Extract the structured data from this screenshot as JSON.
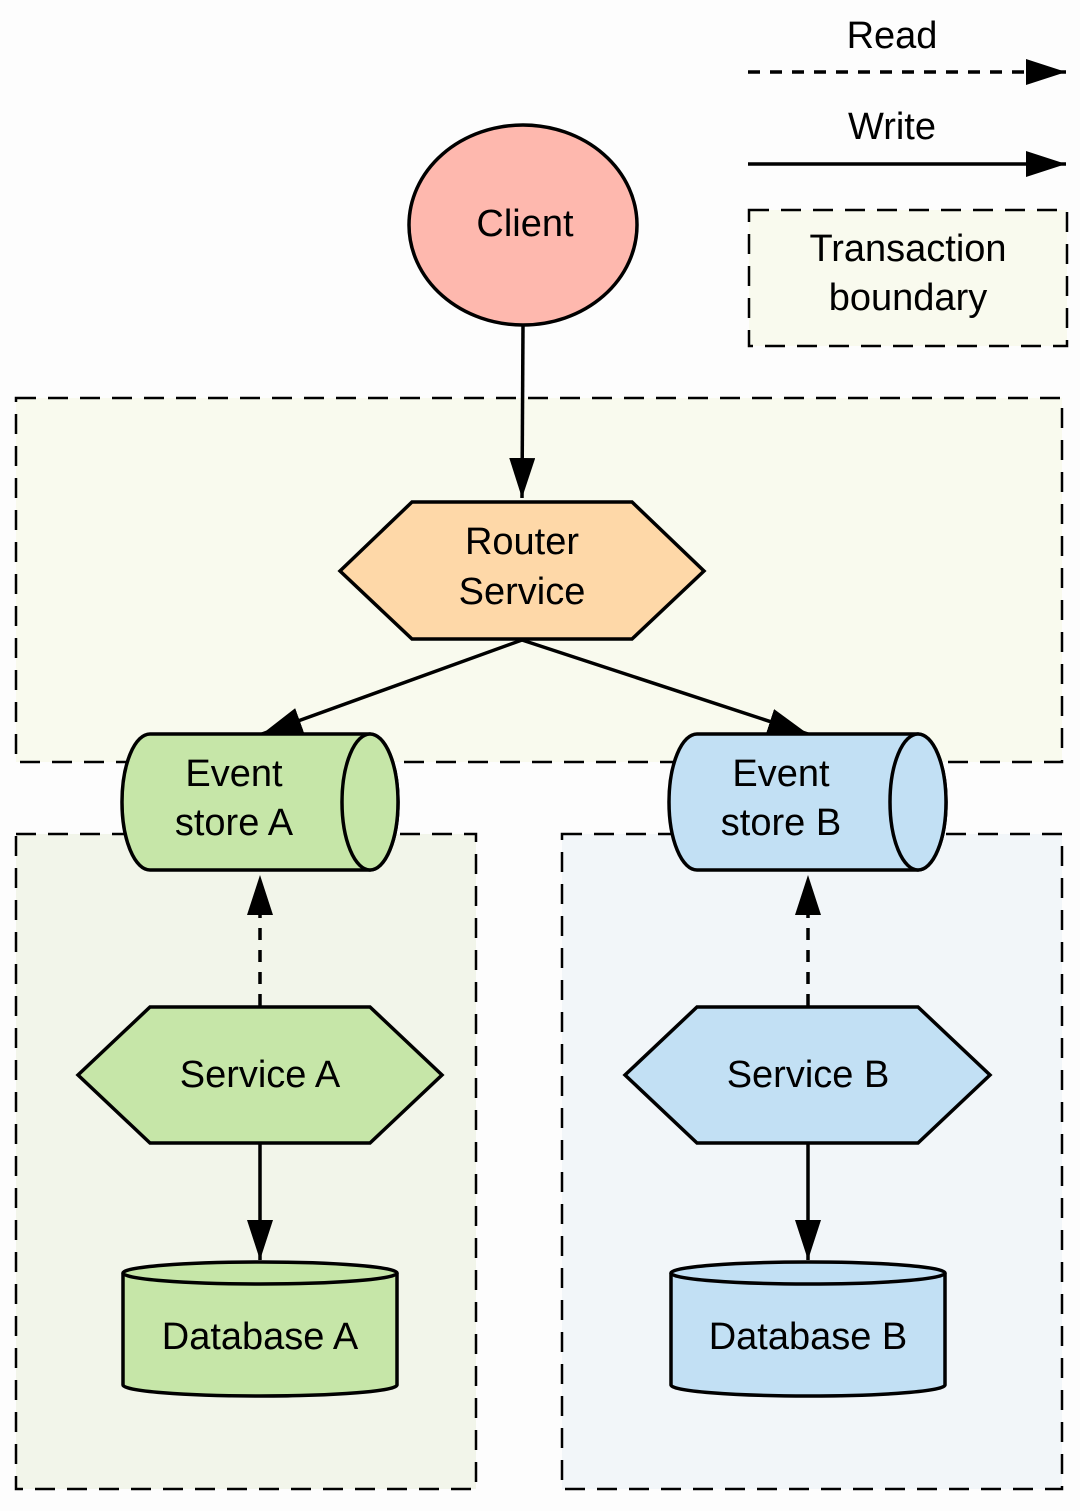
{
  "legend": {
    "read_label": "Read",
    "write_label": "Write",
    "boundary_label_line1": "Transaction",
    "boundary_label_line2": "boundary"
  },
  "nodes": {
    "client": {
      "label": "Client"
    },
    "router": {
      "line1": "Router",
      "line2": "Service"
    },
    "event_store_a": {
      "line1": "Event",
      "line2": "store A"
    },
    "event_store_b": {
      "line1": "Event",
      "line2": "store B"
    },
    "service_a": {
      "label": "Service A"
    },
    "service_b": {
      "label": "Service B"
    },
    "database_a": {
      "label": "Database A"
    },
    "database_b": {
      "label": "Database B"
    }
  },
  "edges": [
    {
      "from": "client",
      "to": "router",
      "type": "write"
    },
    {
      "from": "router",
      "to": "event_store_a",
      "type": "write"
    },
    {
      "from": "router",
      "to": "event_store_b",
      "type": "write"
    },
    {
      "from": "service_a",
      "to": "event_store_a",
      "type": "read"
    },
    {
      "from": "service_b",
      "to": "event_store_b",
      "type": "read"
    },
    {
      "from": "service_a",
      "to": "database_a",
      "type": "write"
    },
    {
      "from": "service_b",
      "to": "database_b",
      "type": "write"
    }
  ],
  "colors": {
    "client": "#feb8ae",
    "router": "#fed8a8",
    "group_a": "#c6e6a8",
    "group_b": "#c2e0f4",
    "boundary_fill": "#f9faee",
    "boundary_a_fill": "#f2f5ea",
    "boundary_b_fill": "#f2f6f9"
  }
}
